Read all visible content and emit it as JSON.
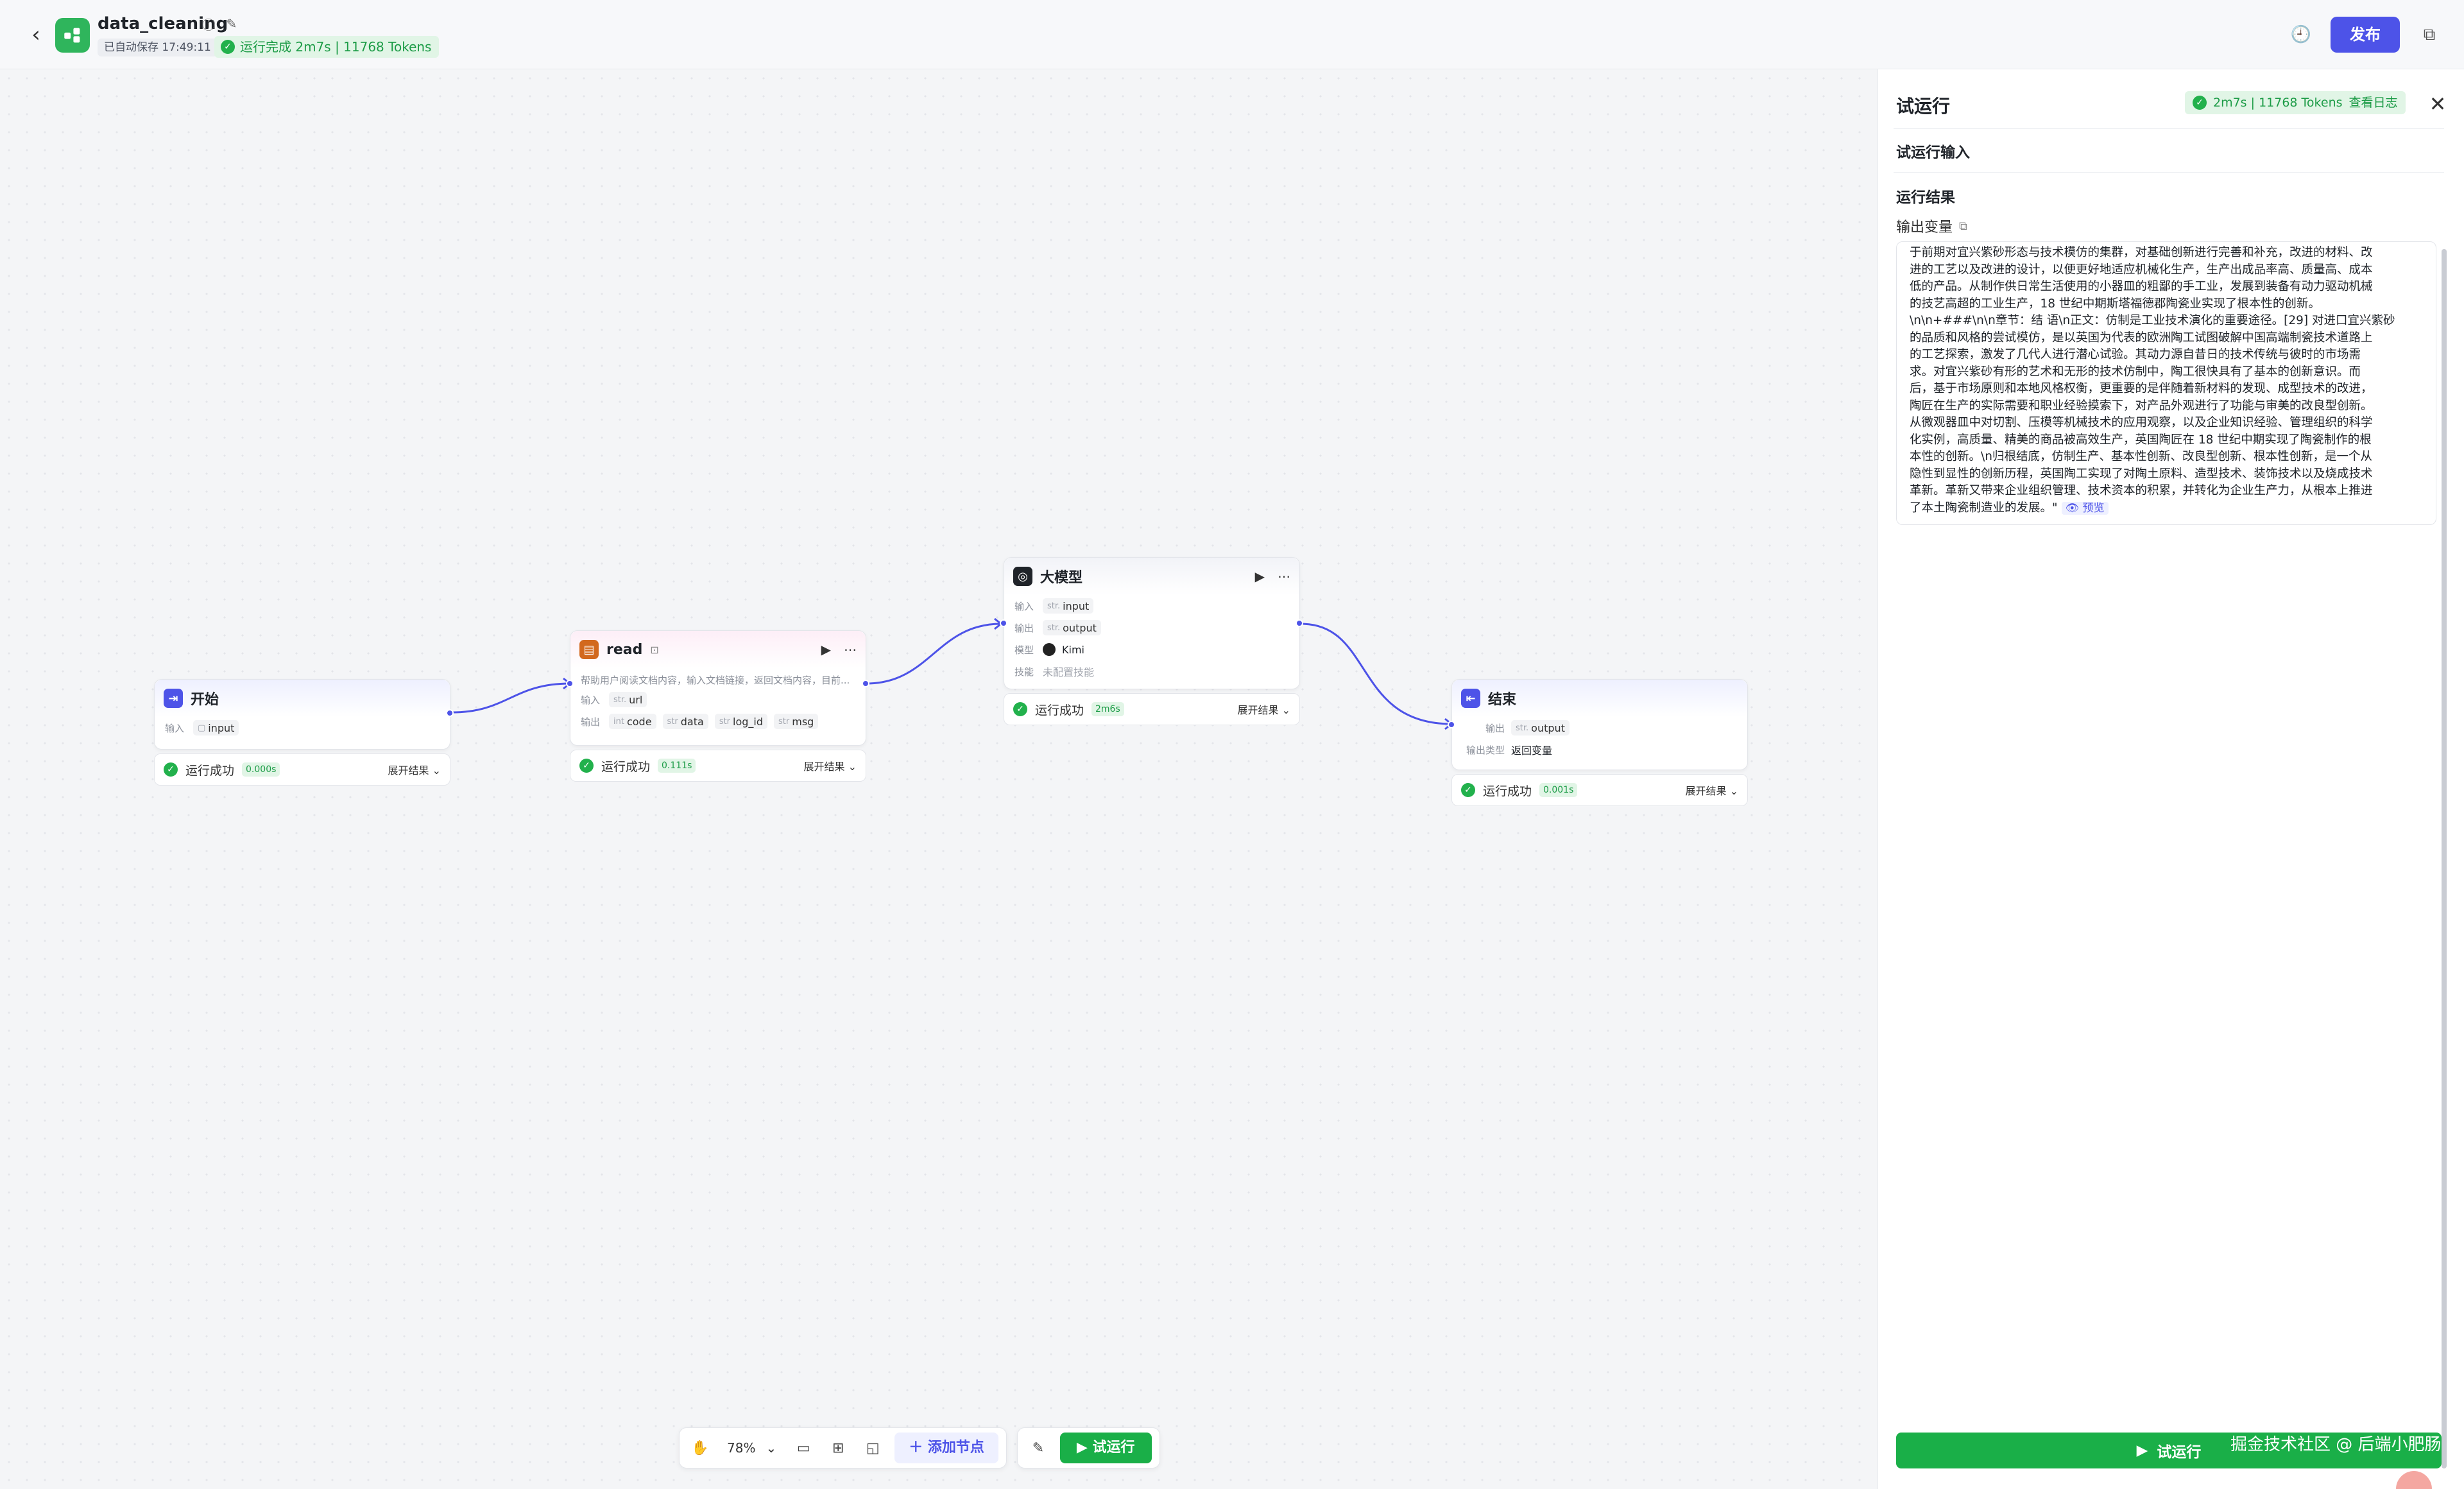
{
  "header": {
    "title": "data_cleaning",
    "autosave": "已自动保存 17:49:11",
    "run_status": "运行完成 2m7s | 11768 Tokens",
    "publish_label": "发布"
  },
  "nodes": {
    "start": {
      "title": "开始",
      "input_label": "输入",
      "input_var": "input",
      "status": "运行成功",
      "time": "0.000s",
      "expand": "展开结果"
    },
    "read": {
      "title": "read",
      "description": "帮助用户阅读文档内容，输入文档链接，返回文档内容，目前...",
      "input_label": "输入",
      "input_var": "url",
      "output_label": "输出",
      "outputs": [
        {
          "type": "int",
          "name": "code"
        },
        {
          "type": "str",
          "name": "data"
        },
        {
          "type": "str",
          "name": "log_id"
        },
        {
          "type": "str",
          "name": "msg"
        }
      ],
      "status": "运行成功",
      "time": "0.111s",
      "expand": "展开结果"
    },
    "llm": {
      "title": "大模型",
      "input_label": "输入",
      "input_var": "input",
      "output_label": "输出",
      "output_var": "output",
      "model_label": "模型",
      "model": "Kimi",
      "skill_label": "技能",
      "skill": "未配置技能",
      "status": "运行成功",
      "time": "2m6s",
      "expand": "展开结果"
    },
    "end": {
      "title": "结束",
      "output_label": "输出",
      "output_var": "output",
      "output_type_label": "输出类型",
      "output_type": "返回变量",
      "status": "运行成功",
      "time": "0.001s",
      "expand": "展开结果"
    }
  },
  "toolbar": {
    "zoom": "78%",
    "add_node": "添加节点",
    "run": "试运行"
  },
  "panel": {
    "title": "试运行",
    "stat": "2m7s | 11768 Tokens",
    "view_log": "查看日志",
    "input_section": "试运行输入",
    "result_section": "运行结果",
    "output_var_label": "输出变量",
    "output_lines": [
      "于前期对宜兴紫砂形态与技术模仿的集群，对基础创新进行完善和补充，改进的材料、改",
      "进的工艺以及改进的设计，以便更好地适应机械化生产，生产出成品率高、质量高、成本",
      "低的产品。从制作供日常生活使用的小器皿的粗鄙的手工业，发展到装备有动力驱动机械",
      "的技艺高超的工业生产，18 世纪中期斯塔福德郡陶瓷业实现了根本性的创新。",
      "\\n\\n+###\\n\\n章节：结 语\\n正文：仿制是工业技术演化的重要途径。[29] 对进口宜兴紫砂",
      "的品质和风格的尝试模仿，是以英国为代表的欧洲陶工试图破解中国高端制瓷技术道路上",
      "的工艺探索，激发了几代人进行潜心试验。其动力源自昔日的技术传统与彼时的市场需",
      "求。对宜兴紫砂有形的艺术和无形的技术仿制中，陶工很快具有了基本的创新意识。而",
      "后，基于市场原则和本地风格权衡，更重要的是伴随着新材料的发现、成型技术的改进，",
      "陶匠在生产的实际需要和职业经验摸索下，对产品外观进行了功能与审美的改良型创新。",
      "从微观器皿中对切割、压模等机械技术的应用观察，以及企业知识经验、管理组织的科学",
      "化实例，高质量、精美的商品被高效生产，英国陶匠在 18 世纪中期实现了陶瓷制作的根",
      "本性的创新。\\n归根结底，仿制生产、基本性创新、改良型创新、根本性创新，是一个从",
      "隐性到显性的创新历程，英国陶工实现了对陶土原料、造型技术、装饰技术以及烧成技术",
      "革新。革新又带来企业组织管理、技术资本的积累，并转化为企业生产力，从根本上推进",
      "了本土陶瓷制造业的发展。\""
    ],
    "preview": "预览",
    "run_button": "试运行"
  },
  "watermark": "掘金技术社区 @ 后端小肥肠",
  "colors": {
    "primary": "#4d53e8",
    "success": "#1aaf48",
    "app_icon": "#2fb55c"
  }
}
